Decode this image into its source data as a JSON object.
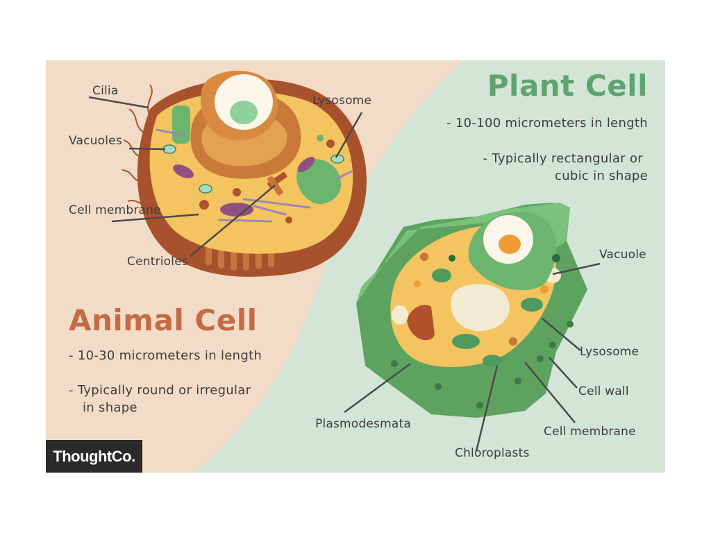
{
  "animal": {
    "title": "Animal Cell",
    "desc_1": "- 10-30 micrometers in length",
    "desc_2a": "- Typically round or irregular",
    "desc_2b": "in shape",
    "labels": {
      "cilia": "Cilia",
      "vacuoles": "Vacuoles",
      "cell_membrane": "Cell membrane",
      "centrioles": "Centrioles",
      "lysosome": "Lysosome"
    }
  },
  "plant": {
    "title": "Plant Cell",
    "desc_1": "- 10-100 micrometers in length",
    "desc_2a": "- Typically rectangular or",
    "desc_2b": "cubic in shape",
    "labels": {
      "vacuole": "Vacuole",
      "lysosome": "Lysosome",
      "cell_wall": "Cell wall",
      "cell_membrane": "Cell membrane",
      "chloroplasts": "Chloroplasts",
      "plasmodesmata": "Plasmodesmata"
    }
  },
  "brand": "ThoughtCo.",
  "colors": {
    "animal_bg": "#f3dcc7",
    "plant_bg": "#d3e5d6",
    "animal_title": "#c46a45",
    "plant_title": "#5fa36e"
  }
}
